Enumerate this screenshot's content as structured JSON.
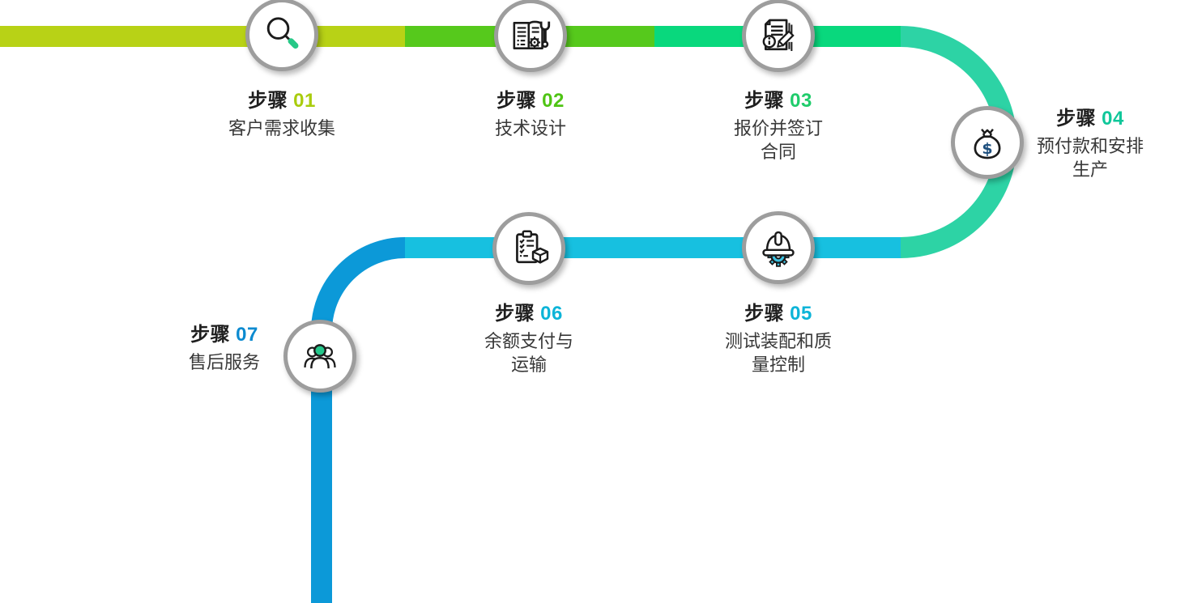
{
  "steps": [
    {
      "label": "步骤",
      "number": "01",
      "title": "客户需求收集",
      "number_color": "#a9cc0d",
      "icon": "magnifier-search-icon"
    },
    {
      "label": "步骤",
      "number": "02",
      "title": "技术设计",
      "number_color": "#4fc414",
      "icon": "manual-book-gear-wrench-icon"
    },
    {
      "label": "步骤",
      "number": "03",
      "title": "报价并签订\n合同",
      "number_color": "#1fcc6b",
      "icon": "contract-document-pen-icon"
    },
    {
      "label": "步骤",
      "number": "04",
      "title": "预付款和安排\n生产",
      "number_color": "#10c79a",
      "icon": "money-bag-icon"
    },
    {
      "label": "步骤",
      "number": "05",
      "title": "测试装配和质\n量控制",
      "number_color": "#0cb4d8",
      "icon": "hard-hat-gear-icon"
    },
    {
      "label": "步骤",
      "number": "06",
      "title": "余额支付与\n运输",
      "number_color": "#0cb4d8",
      "icon": "checklist-shipping-box-icon"
    },
    {
      "label": "步骤",
      "number": "07",
      "title": "售后服务",
      "number_color": "#0b8ad0",
      "icon": "team-people-icon"
    }
  ],
  "path": {
    "segments": [
      {
        "name": "top-bar-left",
        "color": "#b8d216"
      },
      {
        "name": "top-bar-middle",
        "color": "#56c91c"
      },
      {
        "name": "top-bar-right",
        "color": "#09d87d"
      },
      {
        "name": "right-curve",
        "color": "#2dd3a5"
      },
      {
        "name": "middle-bar",
        "color": "#17c0e0"
      },
      {
        "name": "left-curve-down",
        "color": "#0c99d8"
      }
    ]
  },
  "accents": {
    "icon_outline": "#1b1b1b",
    "icon_green": "#27c887",
    "icon_cyan": "#3cc2e2",
    "icon_navy": "#1d4f7e",
    "node_ring": "#9d9d9d"
  }
}
